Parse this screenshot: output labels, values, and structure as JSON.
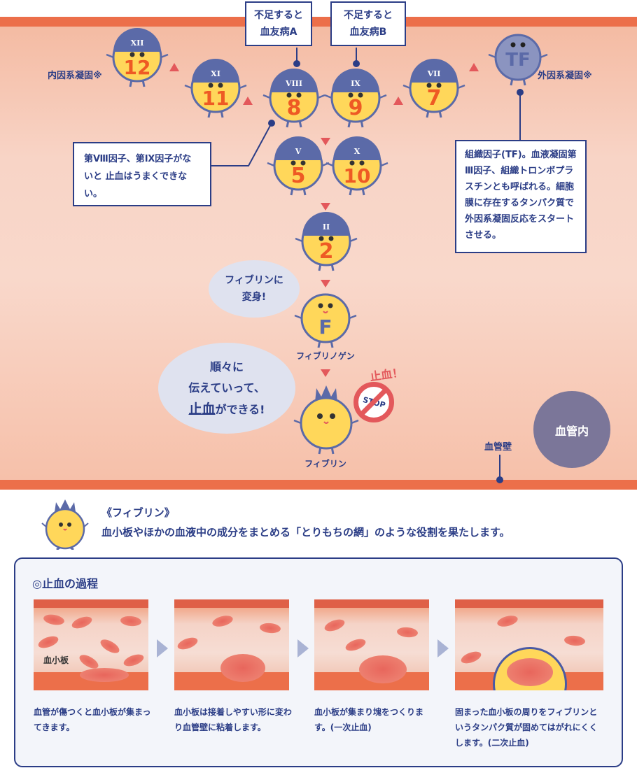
{
  "header_boxes": [
    {
      "line1": "不足すると",
      "line2": "血友病A"
    },
    {
      "line1": "不足すると",
      "line2": "血友病B"
    }
  ],
  "pathway_labels": {
    "intrinsic": "内因系凝固※",
    "extrinsic": "外因系凝固※"
  },
  "factors": [
    {
      "roman": "XII",
      "number": "12"
    },
    {
      "roman": "XI",
      "number": "11"
    },
    {
      "roman": "VIII",
      "number": "8"
    },
    {
      "roman": "IX",
      "number": "9"
    },
    {
      "roman": "VII",
      "number": "7"
    },
    {
      "roman": "V",
      "number": "5"
    },
    {
      "roman": "X",
      "number": "10"
    },
    {
      "roman": "II",
      "number": "2"
    }
  ],
  "tf_character": {
    "label": "TF"
  },
  "fibrinogen_character": {
    "letter": "F",
    "caption": "フィブリノゲン"
  },
  "fibrin_character": {
    "caption": "フィブリン"
  },
  "stop_sign": {
    "text": "STOP",
    "exclaim": "止血！"
  },
  "note_left": {
    "text": "第Ⅷ因子、第Ⅸ因子がないと 止血はうまくできない。"
  },
  "note_right": {
    "text": "組織因子(TF)。血液凝固第Ⅲ因子、組織トロンボプラスチンとも呼ばれる。細胞膜に存在するタンパク質で外因系凝固反応をスタートさせる。"
  },
  "bubble_transform": {
    "line1": "フィブリンに",
    "line2": "変身!"
  },
  "bubble_cascade": {
    "line1": "順々に",
    "line2": "伝えていって、",
    "line3_em": "止血",
    "line3_rest": "ができる!"
  },
  "vessel_wall_label": "血管壁",
  "vessel_inside_label": "血管内",
  "fibrin_info": {
    "title": "《フィブリン》",
    "description": "血小板やほかの血液中の成分をまとめる「とりもちの網」のような役割を果たします。"
  },
  "process": {
    "title": "◎止血の過程",
    "platelet_label": "血小板",
    "steps": [
      {
        "text": "血管が傷つくと血小板が集まってきます。"
      },
      {
        "text": "血小板は接着しやすい形に変わり血管壁に粘着します。"
      },
      {
        "text": "血小板が集まり塊をつくります。(一次止血)"
      },
      {
        "text": "固まった血小板の周りをフィブリンというタンパク質が固めてはがれにくくします。(二次止血)"
      }
    ]
  },
  "colors": {
    "navy": "#2b3d86",
    "wall": "#ec6f4a",
    "character_yellow": "#ffd75a",
    "cap_blue": "#5b6aa8",
    "number_orange": "#ee5a24",
    "arrow_red": "#e3585b",
    "tf_gray": "#8b94c0",
    "inside_circle": "#7b7699",
    "bubble": "#dfe2ef"
  }
}
